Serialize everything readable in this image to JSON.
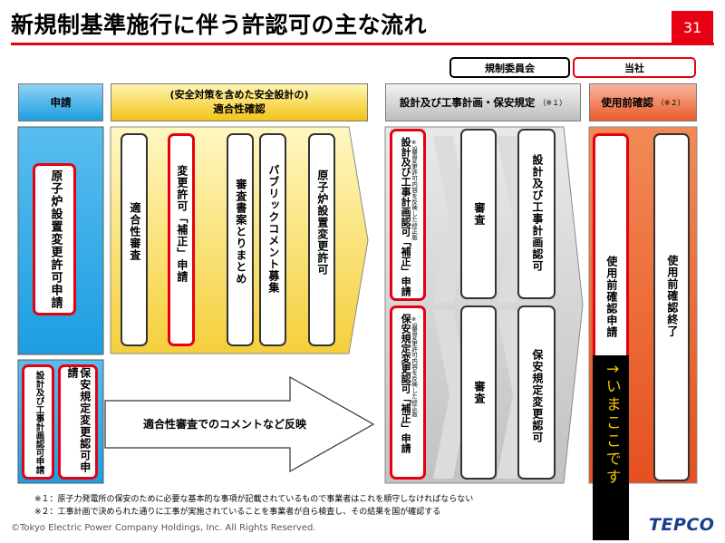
{
  "header": {
    "title": "新規制基準施行に伴う許認可の主な流れ",
    "page_number": "31"
  },
  "tags": {
    "regulator": "規制委員会",
    "company": "当社"
  },
  "stages": {
    "application": "申請",
    "conformity_sub": "(安全対策を含めた安全設計の)",
    "conformity_main": "適合性確認",
    "design": "設計及び工事計画・保安規定",
    "design_note": "（※１）",
    "preuse": "使用前確認",
    "preuse_note": "（※２）"
  },
  "application_items": {
    "reactor": "原子炉設置変更許可申請",
    "design_app": "設計及び工事計画認可申請",
    "safety_app": "保安規定変更認可申請"
  },
  "conformity_steps": [
    "適合性審査",
    "変更許可「補正」申請",
    "審査書案とりまとめ",
    "パブリックコメント募集",
    "原子炉設置変更許可"
  ],
  "design_steps": {
    "design_amend": "設計及び工事計画認可「補正」申請",
    "design_amend_note": "※設置変更許可内容を反映した修正版",
    "review_1": "審査",
    "design_approval": "設計及び工事計画認可",
    "safety_amend": "保安規定変更認可「補正」申請",
    "safety_amend_note": "※設置変更許可内容を反映した修正版",
    "review_2": "審査",
    "safety_approval": "保安規定変更認可"
  },
  "preuse_steps": {
    "application": "使用前確認申請",
    "completion": "使用前確認終了",
    "current_marker": "↑いまここです"
  },
  "arrow_label": "適合性審査でのコメントなど反映",
  "footnotes": [
    "※１：原子力発電所の保安のために必要な基本的な事項が記載されているもので事業者はこれを順守しなければならない",
    "※２：工事計画で決められた通りに工事が実施されていることを事業者が自ら検査し、その結果を国が確認する"
  ],
  "copyright": "©Tokyo Electric Power Company Holdings, Inc. All Rights Reserved.",
  "logo_text": "TEPCO",
  "colors": {
    "accent_red": "#e60012",
    "application_blue": "#1d9ee0",
    "conformity_yellow": "#f3c319",
    "design_gray": "#bdbdbd",
    "preuse_orange": "#ea5a2c",
    "marker_gold": "#f2c200",
    "logo_blue": "#1c3c8c"
  }
}
